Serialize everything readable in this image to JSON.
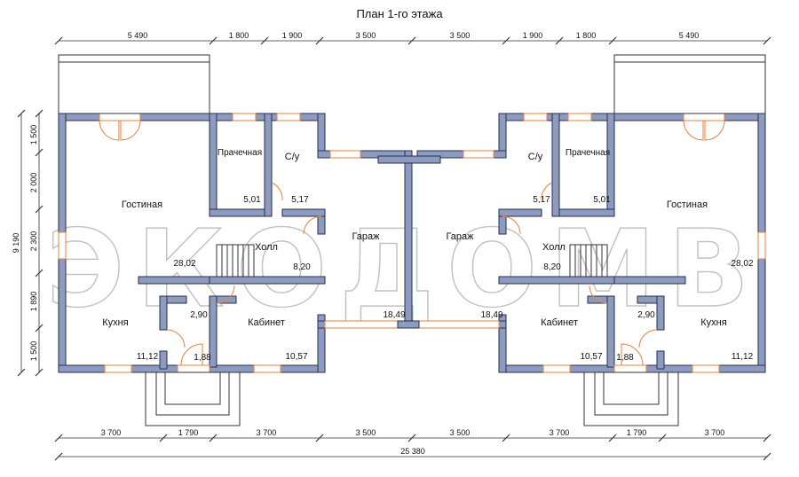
{
  "title": "План 1-го этажа",
  "watermark": "ЭКОДОМВ",
  "dims": {
    "top": [
      "5 490",
      "1 800",
      "1 900",
      "3 500",
      "3 500",
      "1 900",
      "1 800",
      "5 490"
    ],
    "bottom": [
      "3 700",
      "1 790",
      "3 700",
      "3 500",
      "3 500",
      "3 700",
      "1 790",
      "3 700"
    ],
    "total": "25 380",
    "left": [
      "1 500",
      "2 000",
      "2 300",
      "1 890",
      "1 500"
    ],
    "left_total": "9 190"
  },
  "rooms": {
    "gostinaya": "Гостиная",
    "prachechnaya": "Прачечная",
    "su": "С/у",
    "garazh": "Гараж",
    "holl": "Холл",
    "kukhnya": "Кухня",
    "kabinet": "Кабинет"
  },
  "areas": {
    "gostinaya": "28,02",
    "prachechnaya": "5,01",
    "su": "5,17",
    "holl": "8,20",
    "garazh": "18,49",
    "kukhnya": "11,12",
    "kabinet": "10,57",
    "tambur": "2,90",
    "vestibule": "1,88"
  }
}
